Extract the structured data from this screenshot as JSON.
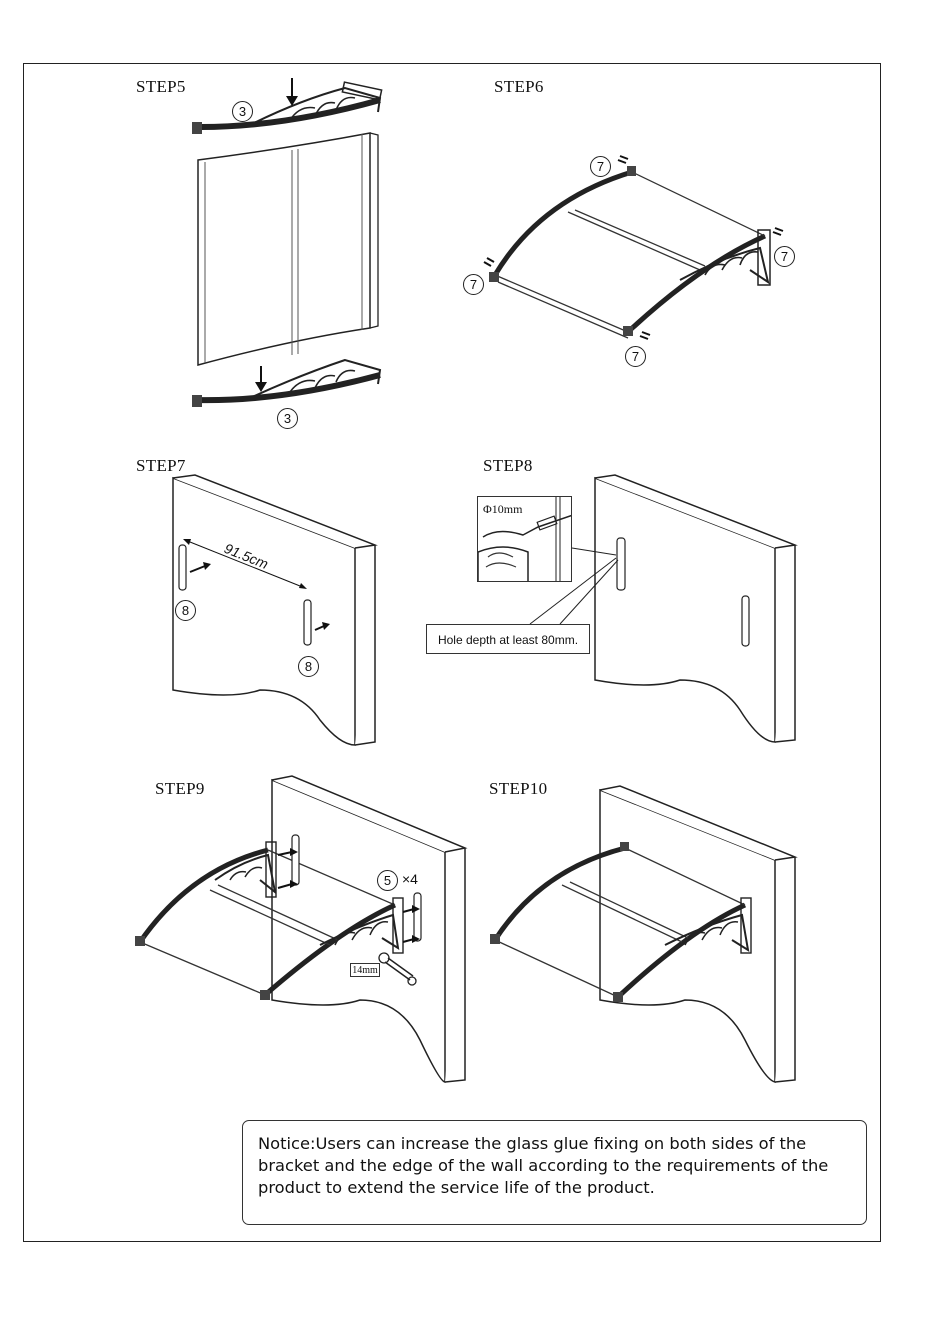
{
  "steps": {
    "step5": "STEP5",
    "step6": "STEP6",
    "step7": "STEP7",
    "step8": "STEP8",
    "step9": "STEP9",
    "step10": "STEP10"
  },
  "parts": {
    "p3": "3",
    "p5": "5",
    "p7": "7",
    "p8": "8"
  },
  "annotations": {
    "spacing": "91.5cm",
    "drill_bit": "Φ10mm",
    "hole_depth": "Hole depth at least 80mm.",
    "bolt_count": "×4",
    "wrench_size": "14mm"
  },
  "notice": "Notice:Users can increase the glass glue fixing on both sides of the bracket and the edge of the wall according to the requirements of the product to extend the service life of the product."
}
